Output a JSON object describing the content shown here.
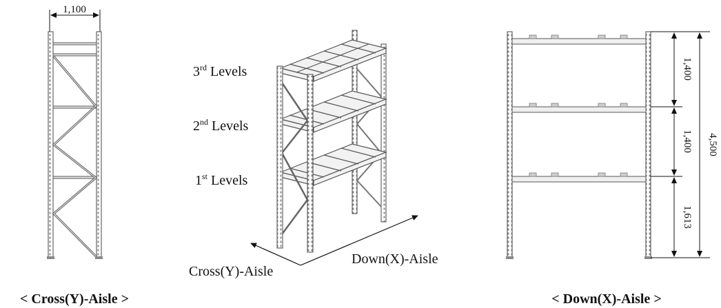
{
  "cross_view": {
    "caption": "< Cross(Y)-Aisle >",
    "width_dim": "1,100"
  },
  "iso_view": {
    "levels": [
      {
        "num": "3",
        "sup": "rd",
        "word": " Levels"
      },
      {
        "num": "2",
        "sup": "nd",
        "word": " Levels"
      },
      {
        "num": "1",
        "sup": "st",
        "word": " Levels"
      }
    ],
    "axis_down": "Down(X)-Aisle",
    "axis_cross": "Cross(Y)-Aisle"
  },
  "down_view": {
    "caption": "< Down(X)-Aisle >",
    "dims": [
      "1,400",
      "1,400",
      "1,613"
    ],
    "total_dim": "4,500"
  }
}
